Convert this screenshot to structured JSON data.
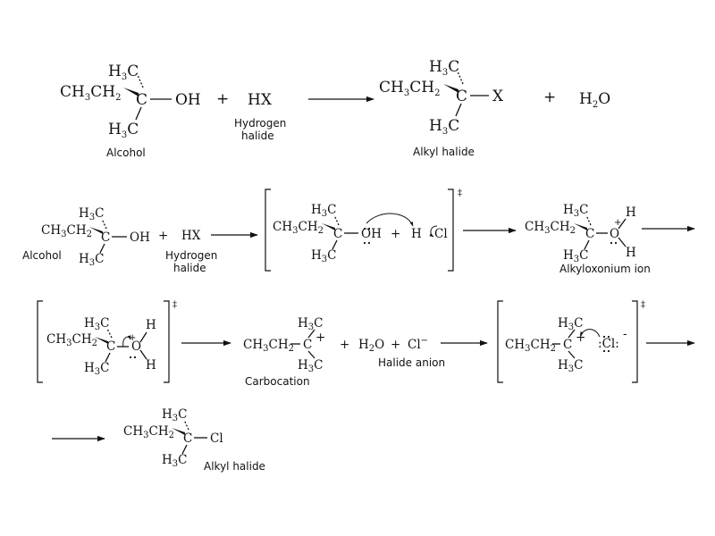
{
  "labels": {
    "alcohol": "Alcohol",
    "hydrogen": "Hydrogen",
    "halide": "halide",
    "alkyl_halide": "Alkyl halide",
    "alkyloxonium_ion": "Alkyloxonium ion",
    "carbocation": "Carbocation",
    "halide_anion": "Halide anion"
  },
  "atoms": {
    "h3c_h": "H",
    "h3c_3": "3",
    "h3c_c": "C",
    "ch3ch2_a": "CH",
    "ch3ch2_3": "3",
    "ch3ch2_b": "CH",
    "ch3ch2_2": "2",
    "c": "C",
    "oh": "OH",
    "o": "O",
    "h": "H",
    "hx": "HX",
    "x": "X",
    "cl": "Cl",
    "h2o_h": "H",
    "h2o_2": "2",
    "h2o_o": "O",
    "plus": "+",
    "minus": "-",
    "minus_sup": "−",
    "dagger": "‡",
    "dots": ":"
  }
}
